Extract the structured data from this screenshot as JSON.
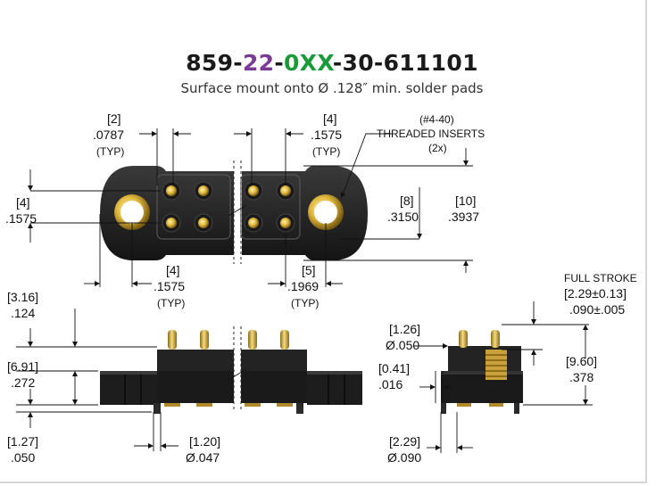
{
  "title": {
    "prefix": "859-",
    "p2": "22",
    "p3": "-",
    "p4": "0XX",
    "p5": "-30-611101",
    "purple": "#7b3a96",
    "green": "#1a9b3a"
  },
  "subtitle": "Surface mount onto Ø .128″ min. solder pads",
  "dims": {
    "top_left_mm": "[2]",
    "top_left_in": ".0787",
    "top_left_typ": "(TYP)",
    "top_right_mm": "[4]",
    "top_right_in": ".1575",
    "top_right_typ": "(TYP)",
    "insert_size": "(#4-40)",
    "insert_label": "THREADED INSERTS",
    "insert_qty": "(2x)",
    "left_mm": "[4]",
    "left_in": ".1575",
    "row_mm": "[8]",
    "row_in": ".3150",
    "width_mm": "[10]",
    "width_in": ".3937",
    "bl_mm": "[4]",
    "bl_in": ".1575",
    "bl_typ": "(TYP)",
    "br_mm": "[5]",
    "br_in": ".1969",
    "br_typ": "(TYP)",
    "stroke_label": "FULL STROKE",
    "stroke_mm": "[2.29±0.13]",
    "stroke_in": ".090±.005",
    "h1_mm": "[3.16]",
    "h1_in": ".124",
    "h2_mm": "[6.91]",
    "h2_in": ".272",
    "h3_mm": "[1.27]",
    "h3_in": ".050",
    "pd_mm": "[1.20]",
    "pd_in": "Ø.047",
    "sd_mm": "[1.26]",
    "sd_in": "Ø.050",
    "st_mm": "[0.41]",
    "st_in": ".016",
    "sh_mm": "[9.60]",
    "sh_in": ".378",
    "sb_mm": "[2.29]",
    "sb_in": "Ø.090"
  }
}
